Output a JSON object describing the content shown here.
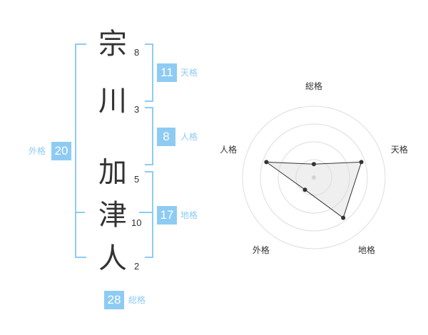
{
  "name_chars": [
    {
      "char": "宗",
      "strokes": "8"
    },
    {
      "char": "川",
      "strokes": "3"
    },
    {
      "char": "加",
      "strokes": "5"
    },
    {
      "char": "津",
      "strokes": "10"
    },
    {
      "char": "人",
      "strokes": "2"
    }
  ],
  "kaku": {
    "tenkaku": {
      "label": "天格",
      "value": "11"
    },
    "jinkaku": {
      "label": "人格",
      "value": "8"
    },
    "chikaku": {
      "label": "地格",
      "value": "17"
    },
    "gaikaku": {
      "label": "外格",
      "value": "20"
    },
    "soukaku": {
      "label": "総格",
      "value": "28"
    }
  },
  "colors": {
    "accent": "#8ecbf3",
    "text": "#333333",
    "grid": "#dddddd",
    "fill": "#eeeeee"
  },
  "chart_data": {
    "type": "radar",
    "axes": [
      "総格",
      "天格",
      "地格",
      "外格",
      "人格"
    ],
    "rings": 4,
    "max": 4,
    "values": [
      0.75,
      2.8,
      2.8,
      0.85,
      2.8
    ]
  }
}
